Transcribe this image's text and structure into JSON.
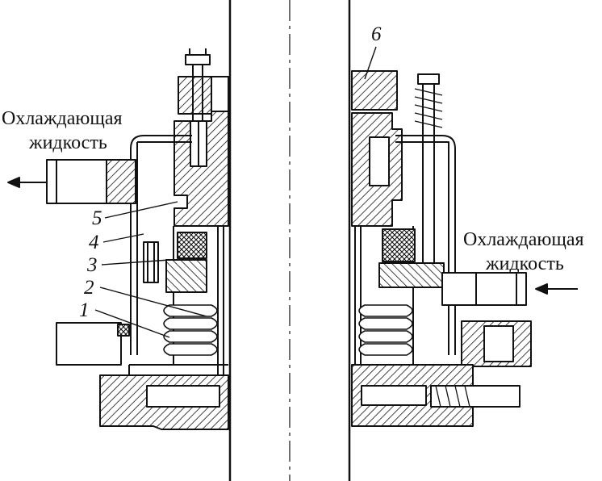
{
  "labels": {
    "coolant_left_line1": "Охлаждающая",
    "coolant_left_line2": "жидкость",
    "coolant_right_line1": "Охлаждающая",
    "coolant_right_line2": "жидкость"
  },
  "callouts": [
    "1",
    "2",
    "3",
    "4",
    "5",
    "6"
  ],
  "colors": {
    "ink": "#111111",
    "paper": "#ffffff"
  }
}
